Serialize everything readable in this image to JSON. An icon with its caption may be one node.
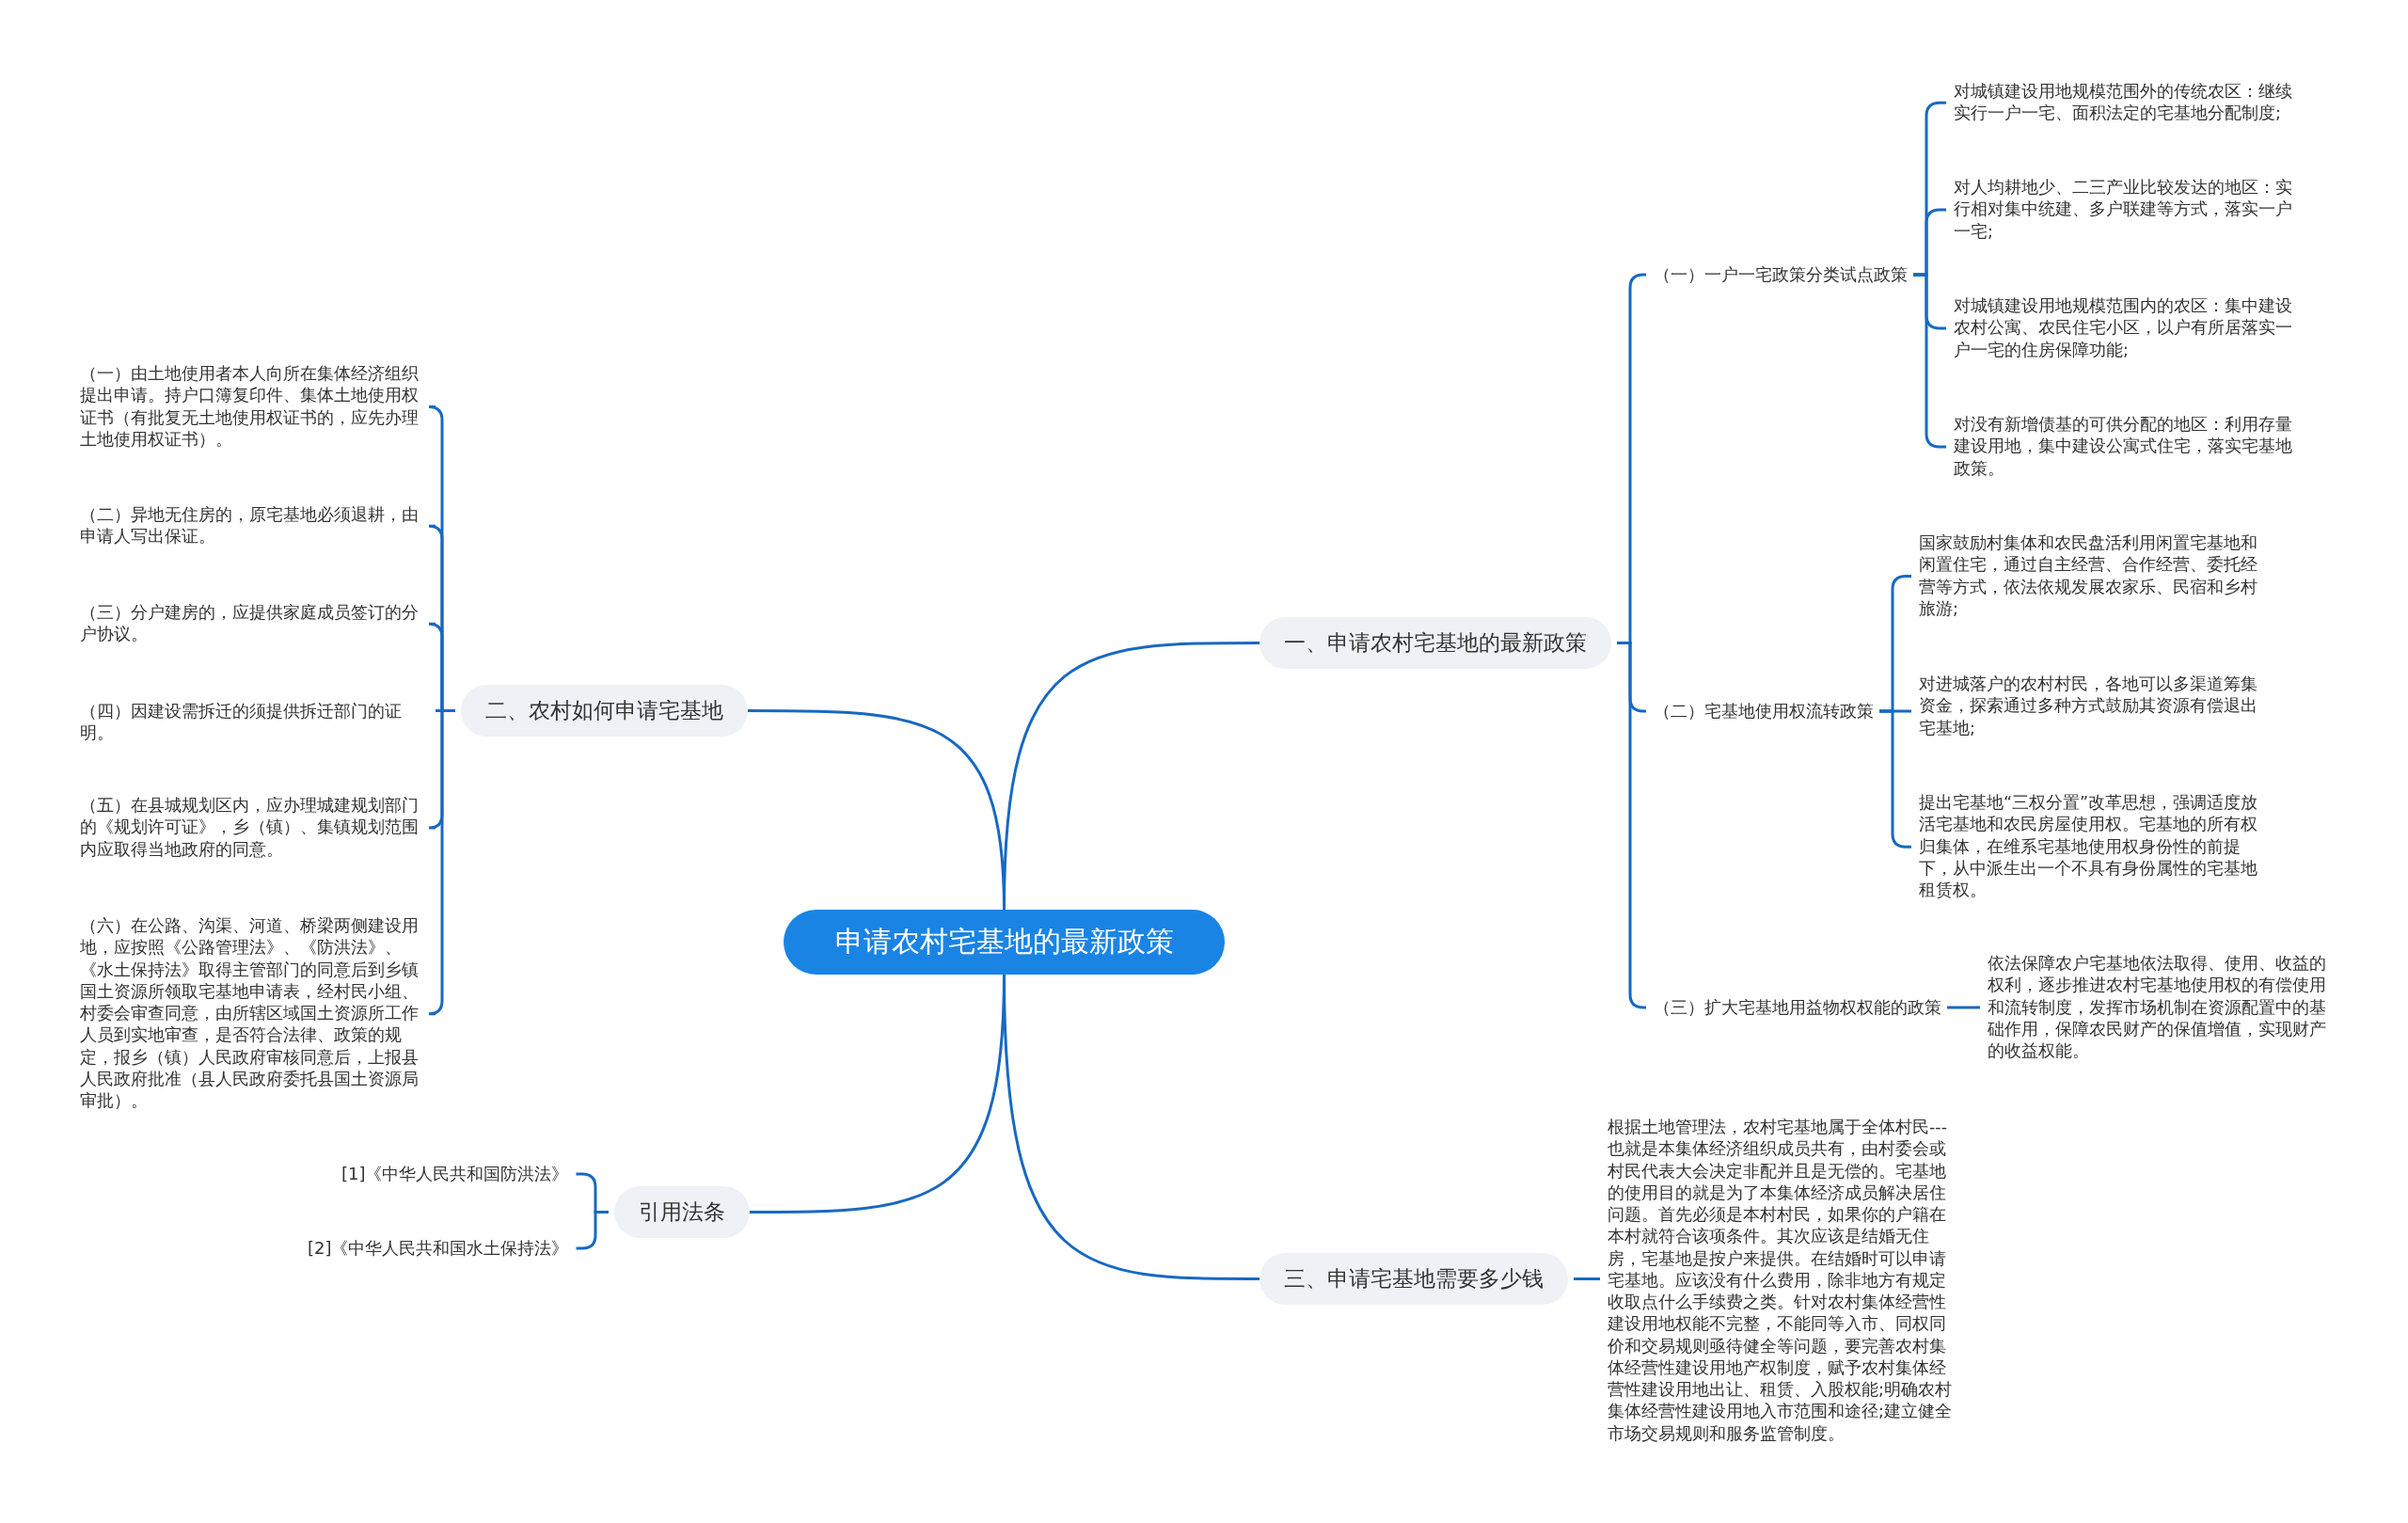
{
  "diagram": {
    "nodes": [
      {
        "text": [
          "申请农村宅基地的最新政策"
        ]
      },
      {
        "text": [
          "一、申请农村宅基地的最新政策"
        ]
      },
      {
        "text": [
          "（一）一户一宅政策分类试点政策"
        ]
      },
      {
        "text": [
          "对城镇建设用地规模范围外的传统农区：继续实行一户一宅、面积法定的宅基地分配制度;"
        ]
      },
      {
        "text": [
          "对人均耕地少、二三产业比较发达的地区：实行相对集中统建、多户联建等方式，落实一户一宅;"
        ]
      },
      {
        "text": [
          "对城镇建设用地规模范围内的农区：集中建设农村公寓、农民住宅小区，以户有所居落实一户一宅的住房保障功能;"
        ]
      },
      {
        "text": [
          "对没有新增债基的可供分配的地区：利用存量建设用地，集中建设公寓式住宅，落实宅基地政策。"
        ]
      },
      {
        "text": [
          "（二）宅基地使用权流转政策"
        ]
      },
      {
        "text": [
          "国家鼓励村集体和农民盘活利用闲置宅基地和闲置住宅，通过自主经营、合作经营、委托经营等方式，依法依规发展农家乐、民宿和乡村旅游;"
        ]
      },
      {
        "text": [
          "对进城落户的农村村民，各地可以多渠道筹集资金，探索通过多种方式鼓励其资源有偿退出宅基地;"
        ]
      },
      {
        "text": [
          "提出宅基地“三权分置”改革思想，强调适度放活宅基地和农民房屋使用权。宅基地的所有权归集体，在维系宅基地使用权身份性的前提下，从中派生出一个不具有身份属性的宅基地租赁权。"
        ]
      },
      {
        "text": [
          "（三）扩大宅基地用益物权权能的政策"
        ]
      },
      {
        "text": [
          "依法保障农户宅基地依法取得、使用、收益的权利，逐步推进农村宅基地使用权的有偿使用和流转制度，发挥市场机制在资源配置中的基础作用，保障农民财产的保值增值，实现财产的收益权能。"
        ]
      },
      {
        "text": [
          "三、申请宅基地需要多少钱"
        ]
      },
      {
        "text": [
          "根据土地管理法，农村宅基地属于全体村民---也就是本集体经济组织成员共有，由村委会或村民代表大会决定非配并且是无偿的。宅基地的使用目的就是为了本集体经济成员解决居住问题。首先必须是本村村民，如果你的户籍在本村就符合该项条件。其次应该是结婚无住房，宅基地是按户来提供。在结婚时可以申请宅基地。应该没有什么费用，除非地方有规定收取点什么手续费之类。针对农村集体经营性建设用地权能不完整，不能同等入市、同权同价和交易规则亟待健全等问题，要完善农村集体经营性建设用地产权制度，赋予农村集体经营性建设用地出让、租赁、入股权能;明确农村集体经营性建设用地入市范围和途径;建立健全市场交易规则和服务监管制度。"
        ]
      },
      {
        "text": [
          "二、农村如何申请宅基地"
        ]
      },
      {
        "text": [
          "（一）由土地使用者本人向所在集体经济组织提出申请。持户口簿复印件、集体土地使用权证书（有批复无土地使用权证书的，应先办理土地使用权证书）。"
        ]
      },
      {
        "text": [
          "（二）异地无住房的，原宅基地必须退耕，由申请人写出保证。"
        ]
      },
      {
        "text": [
          "（三）分户建房的，应提供家庭成员签订的分户协议。"
        ]
      },
      {
        "text": [
          "（四）因建设需拆迁的须提供拆迁部门的证明。"
        ]
      },
      {
        "text": [
          "（五）在县城规划区内，应办理城建规划部门的《规划许可证》，乡（镇）、集镇规划范围内应取得当地政府的同意。"
        ]
      },
      {
        "text": [
          "（六）在公路、沟渠、河道、桥梁两侧建设用地，应按照《公路管理法》、《防洪法》、《水土保持法》取得主管部门的同意后到乡镇国土资源所领取宅基地申请表，经村民小组、村委会审查同意，由所辖区域国土资源所工作人员到实地审查，是否符合法律、政策的规定，报乡（镇）人民政府审核同意后，上报县人民政府批准（县人民政府委托县国土资源局审批）。"
        ]
      },
      {
        "text": [
          "引用法条"
        ]
      },
      {
        "text": [
          "[1]《中华人民共和国防洪法》"
        ]
      },
      {
        "text": [
          "[2]《中华人民共和国水土保持法》"
        ]
      }
    ],
    "edges": [
      {
        "from": 0,
        "to": 1,
        "arrow": "none"
      },
      {
        "from": 1,
        "to": 2,
        "arrow": "none"
      },
      {
        "from": 2,
        "to": 3,
        "arrow": "none"
      },
      {
        "from": 2,
        "to": 4,
        "arrow": "none"
      },
      {
        "from": 2,
        "to": 5,
        "arrow": "none"
      },
      {
        "from": 2,
        "to": 6,
        "arrow": "none"
      },
      {
        "from": 1,
        "to": 7,
        "arrow": "none"
      },
      {
        "from": 7,
        "to": 8,
        "arrow": "none"
      },
      {
        "from": 7,
        "to": 9,
        "arrow": "none"
      },
      {
        "from": 7,
        "to": 10,
        "arrow": "none"
      },
      {
        "from": 1,
        "to": 11,
        "arrow": "none"
      },
      {
        "from": 11,
        "to": 12,
        "arrow": "none"
      },
      {
        "from": 0,
        "to": 13,
        "arrow": "none"
      },
      {
        "from": 13,
        "to": 14,
        "arrow": "none"
      },
      {
        "from": 0,
        "to": 15,
        "arrow": "none"
      },
      {
        "from": 15,
        "to": 16,
        "arrow": "none"
      },
      {
        "from": 15,
        "to": 17,
        "arrow": "none"
      },
      {
        "from": 15,
        "to": 18,
        "arrow": "none"
      },
      {
        "from": 15,
        "to": 19,
        "arrow": "none"
      },
      {
        "from": 15,
        "to": 20,
        "arrow": "none"
      },
      {
        "from": 15,
        "to": 21,
        "arrow": "none"
      },
      {
        "from": 0,
        "to": 22,
        "arrow": "none"
      },
      {
        "from": 22,
        "to": 23,
        "arrow": "none"
      },
      {
        "from": 22,
        "to": 24,
        "arrow": "none"
      }
    ]
  }
}
